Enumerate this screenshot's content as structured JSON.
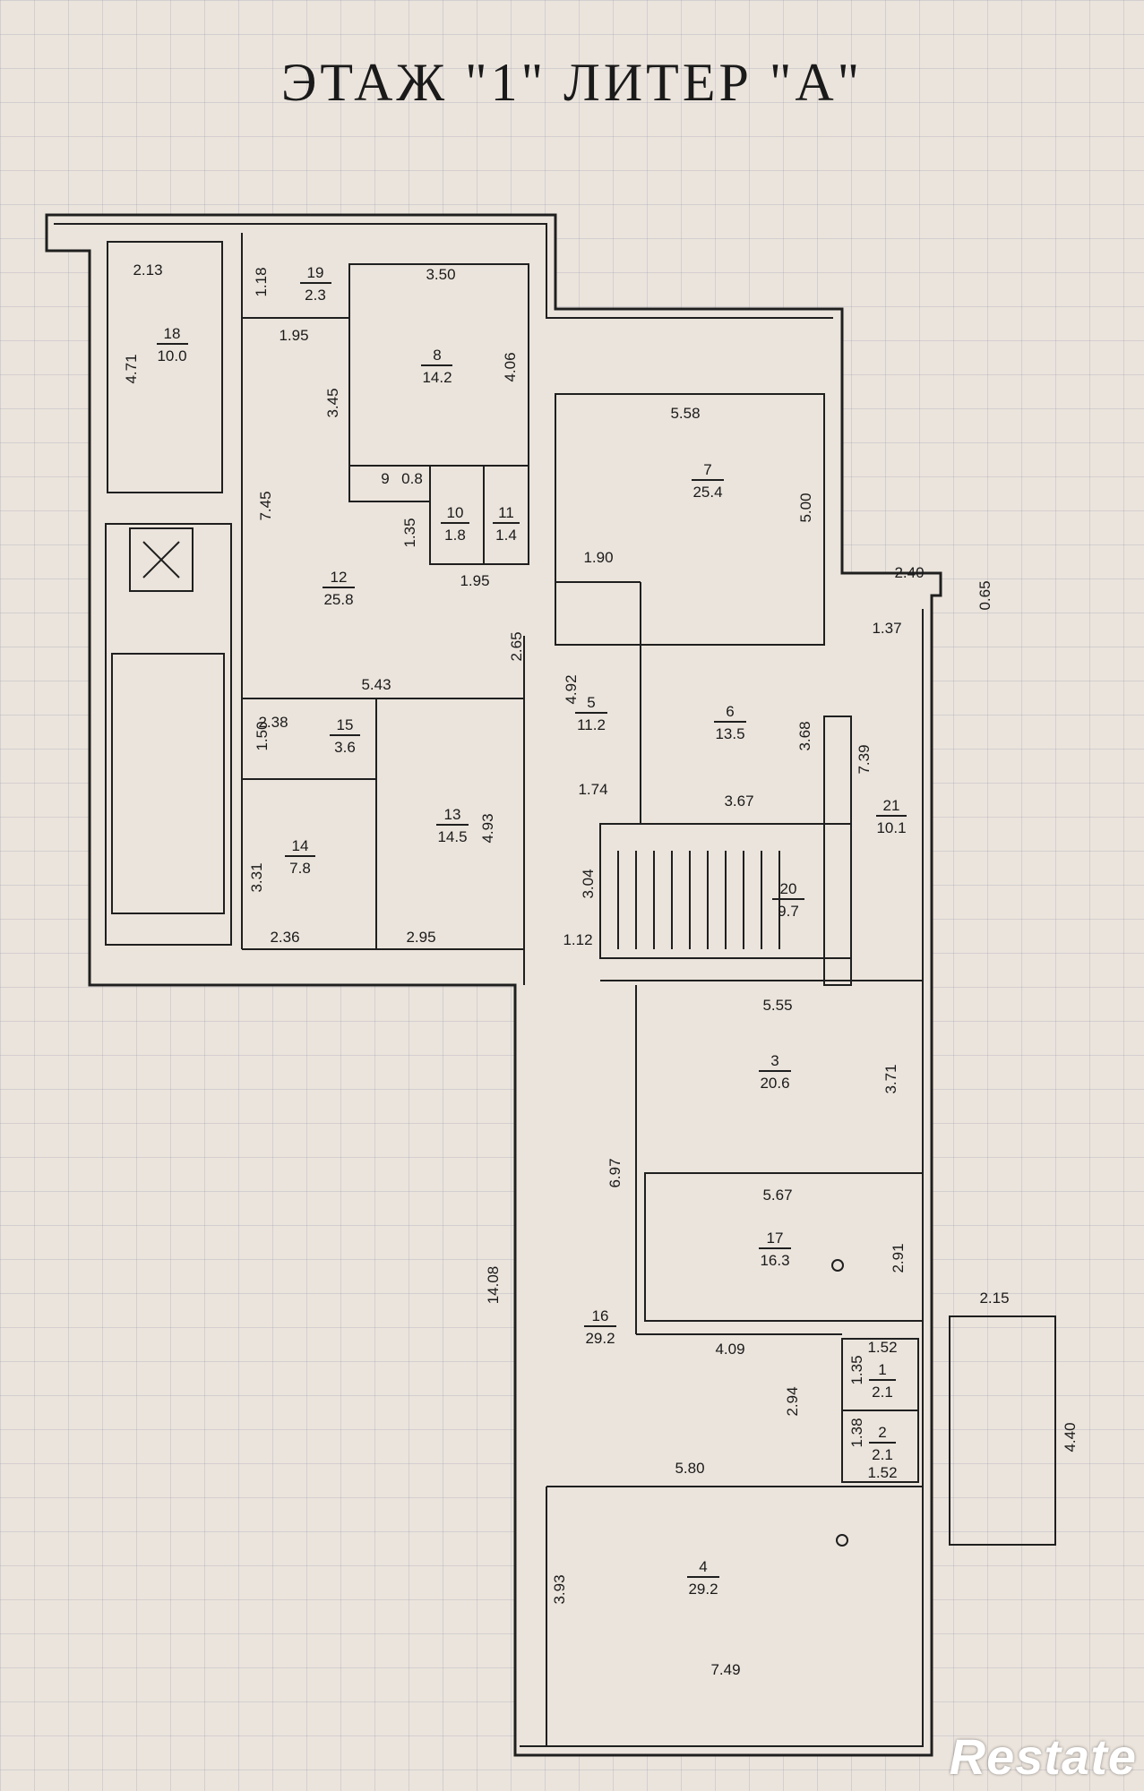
{
  "title": "ЭТАЖ \"1\" ЛИТЕР \"А\"",
  "rooms": [
    {
      "id": "r18",
      "number": "18",
      "area": "10.0"
    },
    {
      "id": "r19",
      "number": "19",
      "area": "2.3"
    },
    {
      "id": "r8",
      "number": "8",
      "area": "14.2"
    },
    {
      "id": "r7",
      "number": "7",
      "area": "25.4"
    },
    {
      "id": "r9",
      "number": "9",
      "area": "0.8"
    },
    {
      "id": "r10",
      "number": "10",
      "area": "1.8"
    },
    {
      "id": "r11",
      "number": "11",
      "area": "1.4"
    },
    {
      "id": "r12",
      "number": "12",
      "area": "25.8"
    },
    {
      "id": "r5",
      "number": "5",
      "area": "11.2"
    },
    {
      "id": "r6",
      "number": "6",
      "area": "13.5"
    },
    {
      "id": "r15",
      "number": "15",
      "area": "3.6"
    },
    {
      "id": "r13",
      "number": "13",
      "area": "14.5"
    },
    {
      "id": "r14",
      "number": "14",
      "area": "7.8"
    },
    {
      "id": "r21",
      "number": "21",
      "area": "10.1"
    },
    {
      "id": "r20",
      "number": "20",
      "area": "9.7"
    },
    {
      "id": "r3",
      "number": "3",
      "area": "20.6"
    },
    {
      "id": "r17",
      "number": "17",
      "area": "16.3"
    },
    {
      "id": "r16",
      "number": "16",
      "area": "29.2"
    },
    {
      "id": "r1",
      "number": "1",
      "area": "2.1"
    },
    {
      "id": "r2",
      "number": "2",
      "area": "2.1"
    },
    {
      "id": "r4",
      "number": "4",
      "area": "29.2"
    }
  ],
  "dimensions": [
    "2.13",
    "1.18",
    "3.50",
    "4.71",
    "1.95",
    "4.06",
    "3.45",
    "5.58",
    "7.45",
    "5.00",
    "1.35",
    "1.95",
    "1.90",
    "2.40",
    "0.65",
    "1.37",
    "2.65",
    "4.92",
    "5.43",
    "2.38",
    "1.50",
    "3.68",
    "7.39",
    "3.67",
    "1.74",
    "4.93",
    "3.31",
    "3.04",
    "2.36",
    "2.95",
    "1.12",
    "5.55",
    "3.71",
    "6.97",
    "5.67",
    "2.91",
    "14.08",
    "2.15",
    "4.09",
    "1.52",
    "1.35",
    "2.94",
    "1.38",
    "4.40",
    "5.80",
    "1.52",
    "3.93",
    "7.49"
  ],
  "watermark": "Restate"
}
